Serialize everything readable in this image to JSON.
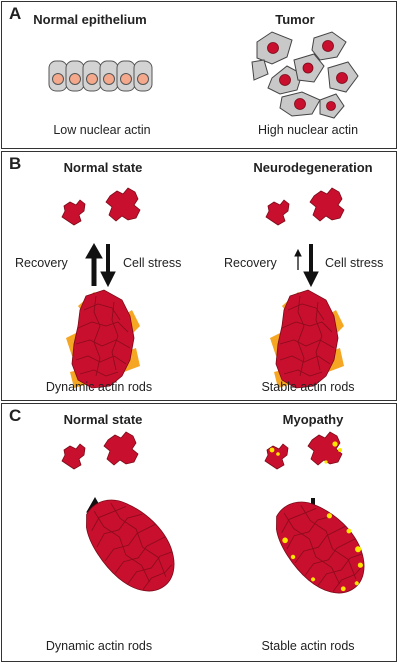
{
  "panel_a": {
    "letter": "A",
    "left_title": "Normal epithelium",
    "right_title": "Tumor",
    "left_caption": "Low nuclear actin",
    "right_caption": "High nuclear actin"
  },
  "panel_b": {
    "letter": "B",
    "left_title": "Normal state",
    "right_title": "Neurodegeneration",
    "left_up_label": "Recovery",
    "left_down_label": "Cell stress",
    "right_up_label": "Recovery",
    "right_down_label": "Cell stress",
    "left_caption": "Dynamic actin rods",
    "right_caption": "Stable actin rods"
  },
  "panel_c": {
    "letter": "C",
    "left_title": "Normal state",
    "right_title": "Myopathy",
    "left_caption": "Dynamic actin rods",
    "right_caption": "Stable actin rods"
  },
  "colors": {
    "actin_red": "#c8102e",
    "actin_edge": "#7a0a18",
    "halo_orange": "#f5a623",
    "yellow_spot": "#ffe600",
    "cell_gray": "#c8c8c8",
    "nucleus_pink": "#f4a98c"
  }
}
